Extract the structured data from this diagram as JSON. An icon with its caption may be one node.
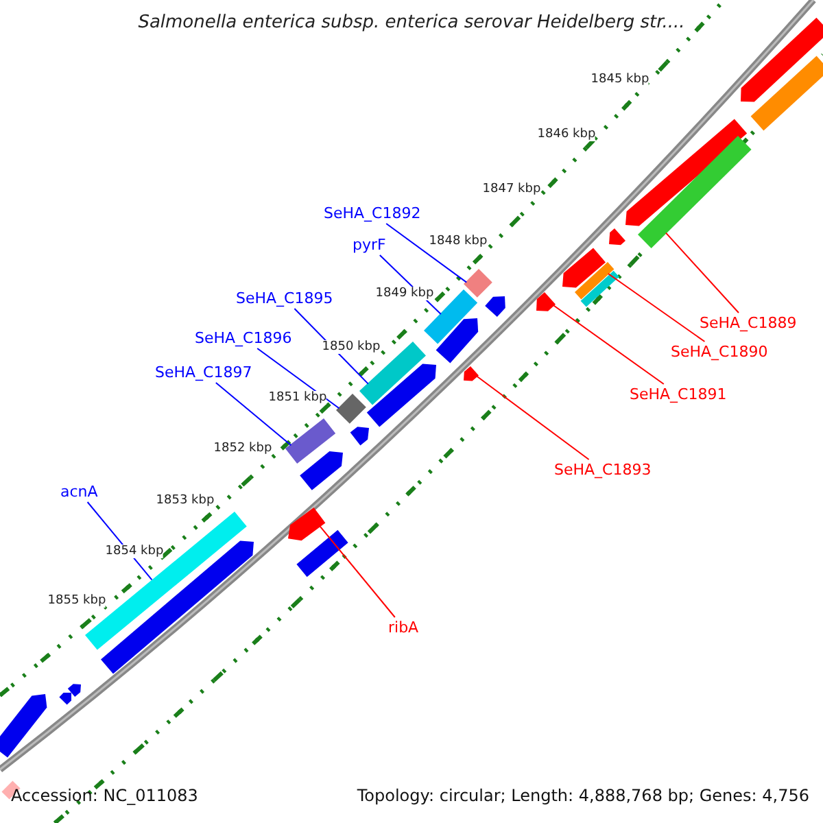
{
  "diagram": {
    "title": "Salmonella enterica subsp. enterica serovar Heidelberg str....",
    "nodes": [
      {
        "text": [
          "SeHA_C1892"
        ]
      },
      {
        "text": [
          "pyrF"
        ]
      },
      {
        "text": [
          "SeHA_C1895"
        ]
      },
      {
        "text": [
          "SeHA_C1889"
        ]
      },
      {
        "text": [
          "SeHA_C1896"
        ]
      },
      {
        "text": [
          "SeHA_C1890"
        ]
      },
      {
        "text": [
          "SeHA_C1897"
        ]
      },
      {
        "text": [
          "SeHA_C1891"
        ]
      },
      {
        "text": [
          "SeHA_C1893"
        ]
      },
      {
        "text": [
          "acnA"
        ]
      },
      {
        "text": [
          "ribA"
        ]
      },
      {
        "text": [],
        "shape": "bar"
      },
      {
        "text": [],
        "shape": "bar"
      },
      {
        "text": [],
        "shape": "bar"
      },
      {
        "text": [],
        "shape": "bar"
      },
      {
        "text": [],
        "shape": "bar"
      },
      {
        "text": [],
        "shape": "bar"
      },
      {
        "text": [],
        "shape": "bar"
      },
      {
        "text": [],
        "shape": "bar"
      },
      {
        "text": [],
        "shape": "bar"
      },
      {
        "text": [],
        "shape": "bar"
      },
      {
        "text": [],
        "shape": "bar"
      }
    ],
    "edges": [
      {
        "from": 0,
        "to": 12,
        "arrow": "none"
      },
      {
        "from": 1,
        "to": 14,
        "arrow": "none"
      },
      {
        "from": 2,
        "to": 16,
        "arrow": "none"
      },
      {
        "from": 3,
        "to": 11,
        "arrow": "none",
        "color": "#ff0000"
      },
      {
        "from": 4,
        "to": 18,
        "arrow": "none"
      },
      {
        "from": 5,
        "to": 13,
        "arrow": "none",
        "color": "#ff0000"
      },
      {
        "from": 6,
        "to": 19,
        "arrow": "none"
      },
      {
        "from": 7,
        "to": 15,
        "arrow": "none",
        "color": "#ff0000"
      },
      {
        "from": 8,
        "to": 17,
        "arrow": "none",
        "color": "#ff0000"
      },
      {
        "from": 9,
        "to": 20,
        "arrow": "none"
      },
      {
        "from": 10,
        "to": 21,
        "arrow": "none",
        "color": "#ff0000"
      }
    ],
    "labels": [
      "1845 kbp",
      "1846 kbp",
      "1847 kbp",
      "1848 kbp",
      "1849 kbp",
      "1850 kbp",
      "1851 kbp",
      "1852 kbp",
      "1853 kbp",
      "1854 kbp",
      "1855 kbp",
      "Accession: NC_011083",
      "Topology: circular; Length: 4,888,768 bp; Genes: 4,756"
    ]
  }
}
